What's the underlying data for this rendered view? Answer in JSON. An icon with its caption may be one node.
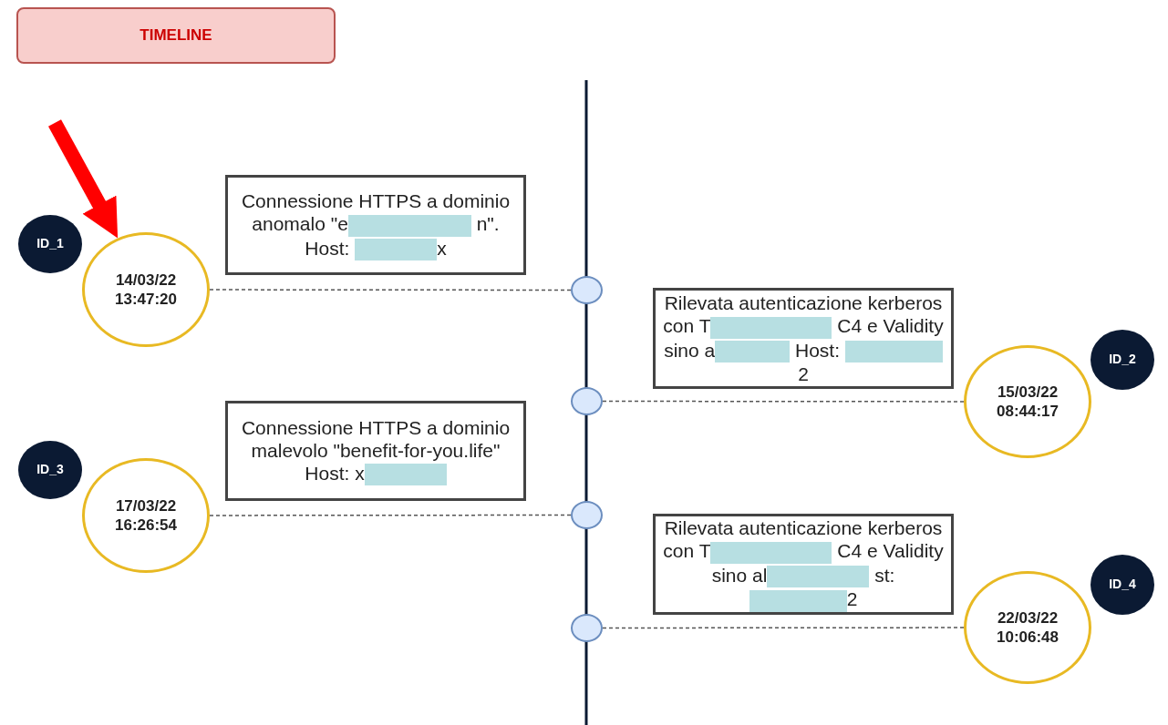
{
  "diagram": {
    "nodes": [
      {
        "text": [
          "TIMELINE"
        ]
      },
      {
        "text": [
          "Connessione HTTPS a dominio anomalo \"e n\". Host: x"
        ]
      },
      {
        "text": [
          "ID_1"
        ]
      },
      {
        "text": [
          "14/03/22 13:47:20"
        ]
      },
      {
        "text": [],
        "shape": "circle"
      },
      {
        "text": [
          "Rilevata autenticazione kerberos con T C4 e Validity sino a Host: 2"
        ]
      },
      {
        "text": [],
        "shape": "circle"
      },
      {
        "text": [
          "15/03/22 08:44:17"
        ]
      },
      {
        "text": [
          "ID_2"
        ]
      },
      {
        "text": [
          "Connessione HTTPS a dominio malevolo \"benefit-for-you.life\" Host: x"
        ]
      },
      {
        "text": [
          "ID_3"
        ]
      },
      {
        "text": [
          "17/03/22 16:26:54"
        ]
      },
      {
        "text": [],
        "shape": "circle"
      },
      {
        "text": [
          "Rilevata autenticazione kerberos con T C4 e Validity sino al st: 2"
        ]
      },
      {
        "text": [],
        "shape": "circle"
      },
      {
        "text": [
          "22/03/22 10:06:48"
        ]
      },
      {
        "text": [
          "ID_4"
        ]
      }
    ],
    "edges": [
      {
        "from": null,
        "to": 3,
        "arrow": "to",
        "style": "thick",
        "color": "#ff0000"
      },
      {
        "from": 3,
        "to": 4,
        "arrow": "none",
        "style": "dashed"
      },
      {
        "from": 6,
        "to": 7,
        "arrow": "none",
        "style": "dashed"
      },
      {
        "from": 11,
        "to": 12,
        "arrow": "none",
        "style": "dashed"
      },
      {
        "from": 14,
        "to": 15,
        "arrow": "none",
        "style": "dashed"
      }
    ]
  }
}
